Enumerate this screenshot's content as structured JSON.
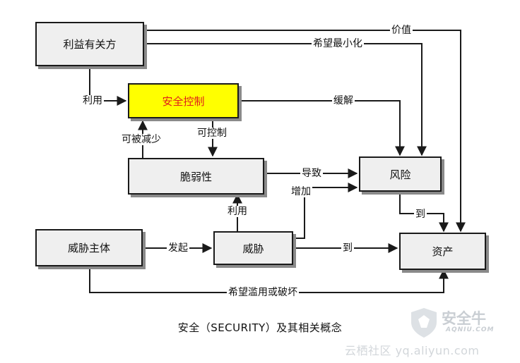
{
  "nodes": {
    "stakeholders": "利益有关方",
    "security_control": "安全控制",
    "vulnerability": "脆弱性",
    "risk": "风险",
    "threat_agent": "威胁主体",
    "threat": "威胁",
    "asset": "资产"
  },
  "edges": {
    "value": "价值",
    "wish_minimize": "希望最小化",
    "use_control": "利用",
    "mitigate": "缓解",
    "can_reduce": "可被减少",
    "can_control": "可控制",
    "lead_to": "导致",
    "increase": "增加",
    "exploit": "利用",
    "initiate": "发起",
    "to_asset_from_threat": "到",
    "to_asset_from_risk": "到",
    "wish_abuse": "希望滥用或破坏"
  },
  "caption": "安全（SECURITY）及其相关概念",
  "watermark": {
    "logo_text": "安全牛",
    "logo_sub": "AQNIU.COM",
    "site": "云栖社区 yq.aliyun.com"
  },
  "colors": {
    "node_fill": "#efefef",
    "highlight_fill": "#ffff00",
    "highlight_text": "#e0201b",
    "line": "#1a1a1a"
  }
}
